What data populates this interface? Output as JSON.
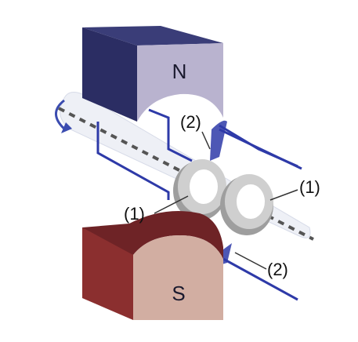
{
  "poles": {
    "north": "N",
    "south": "S"
  },
  "labels": {
    "slip_ring_top": "(2)",
    "ring_left": "(1)",
    "ring_right": "(1)",
    "slip_ring_bottom": "(2)"
  },
  "colors": {
    "north_front": "#b9b3cf",
    "north_top": "#3a3d78",
    "north_side": "#2b2d63",
    "south_front": "#d2aea2",
    "south_top": "#6e2326",
    "south_side": "#8b2f2f",
    "coil": "#2e3aa8",
    "ring": "#bdbdbd",
    "axis": "#555555"
  }
}
